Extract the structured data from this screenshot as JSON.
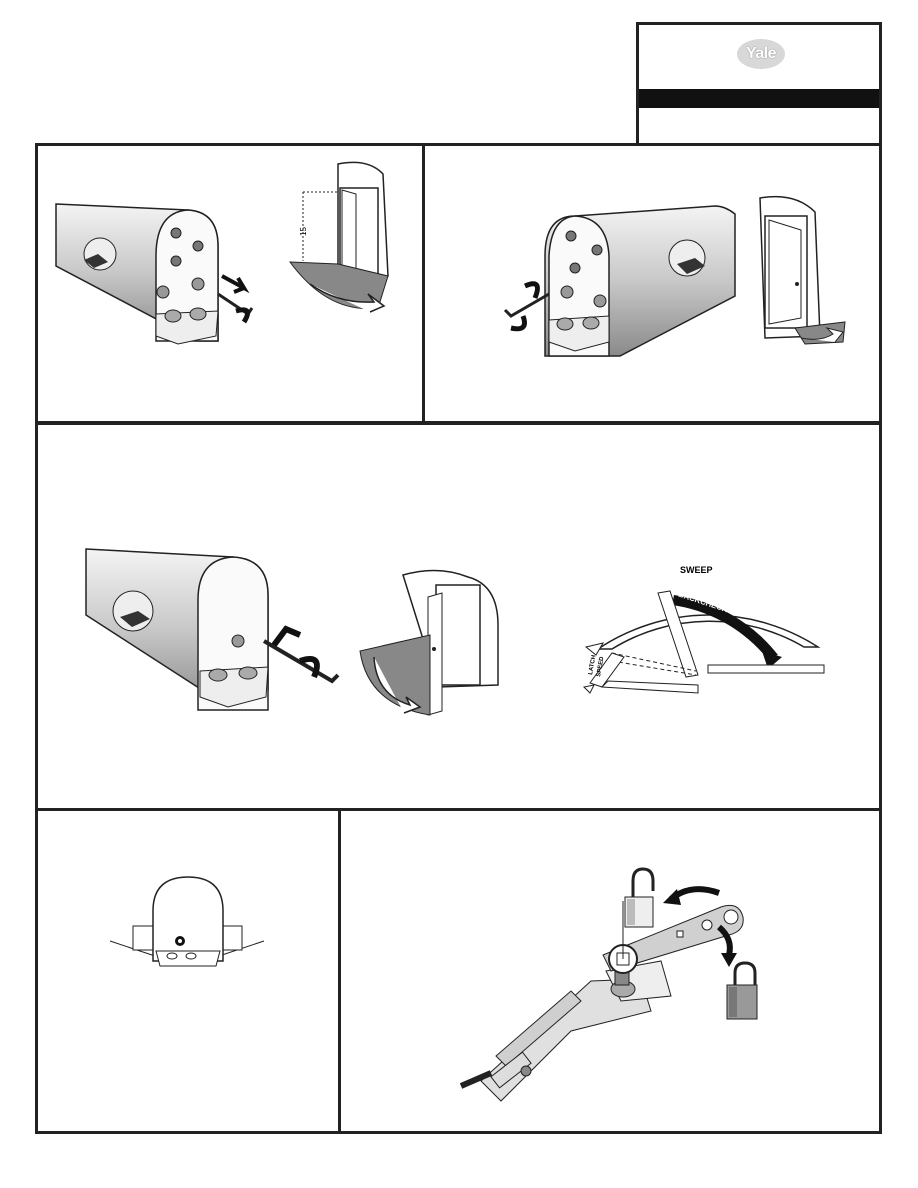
{
  "brand": {
    "logo_text": "Yale"
  },
  "diagram_labels": {
    "sweep": "SWEEP",
    "backcheck": "BACKCHECK",
    "latch": "LATCH",
    "speed": "SPEED",
    "door_angle_mark": "15"
  },
  "icons": {
    "unlocked": "padlock-open-icon",
    "locked": "padlock-closed-icon",
    "adjust": "rotate-arrow-icon"
  }
}
